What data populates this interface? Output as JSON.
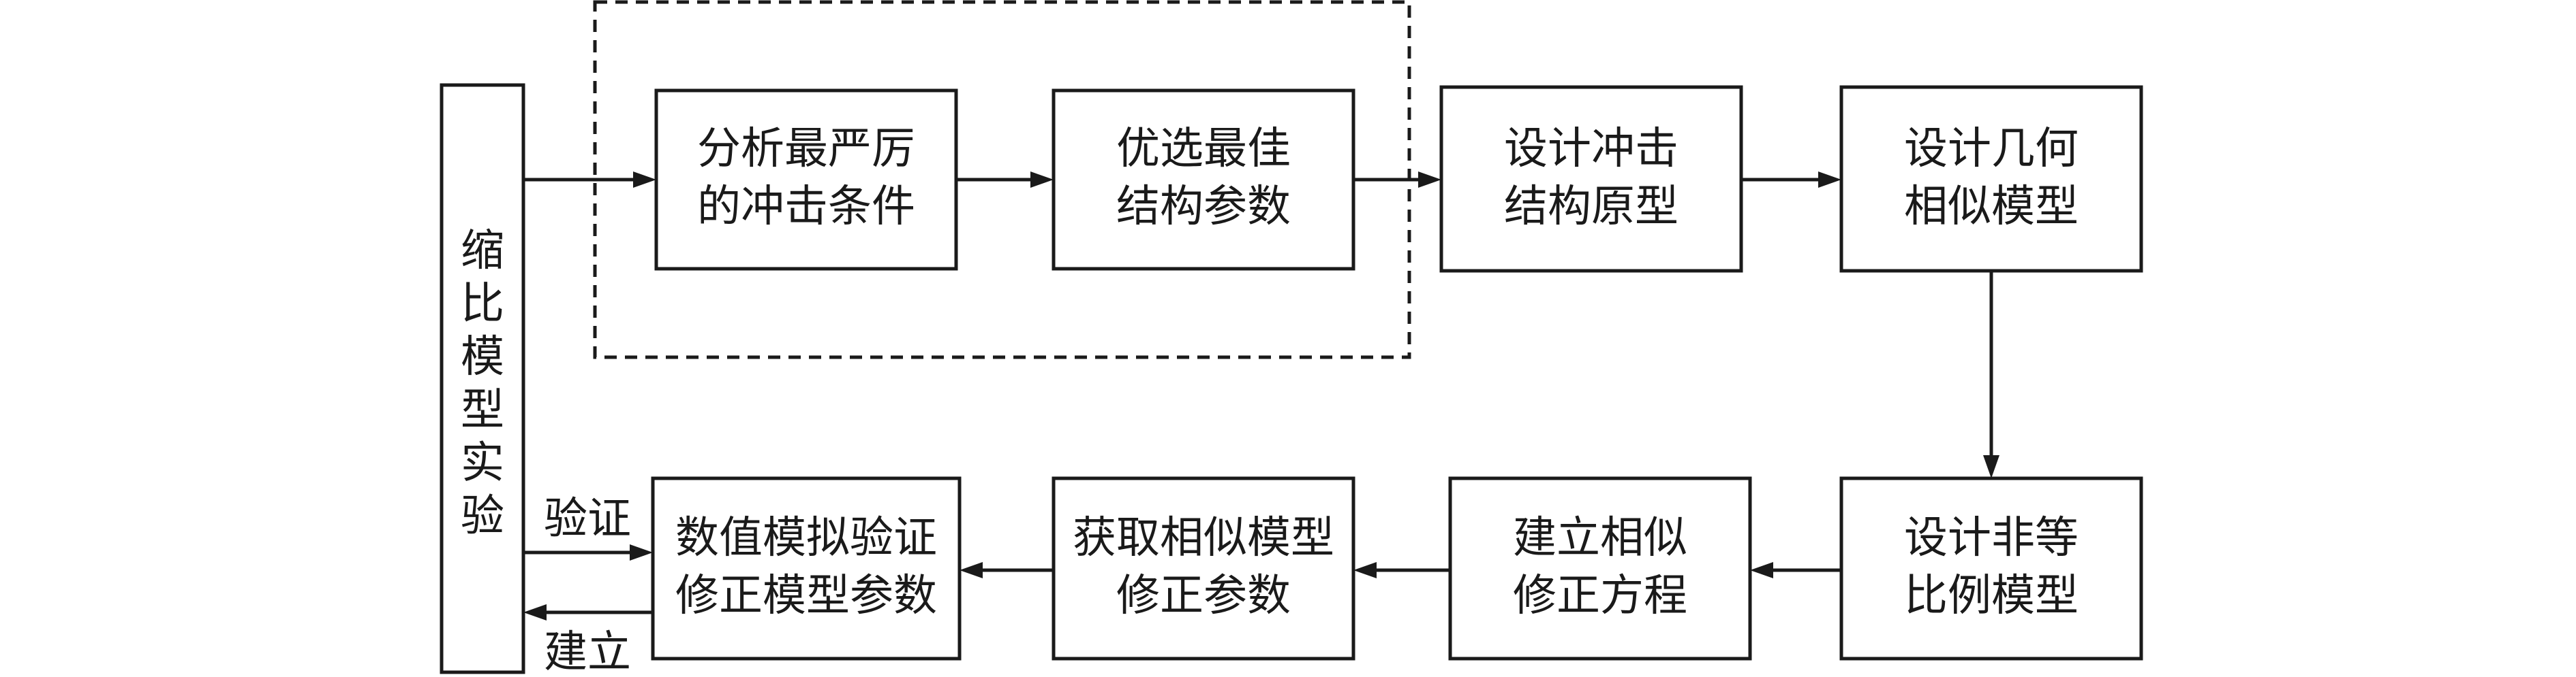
{
  "diagram": {
    "side_box": {
      "text": "缩比模型实验"
    },
    "boxes": {
      "analyze": {
        "line1": "分析最严厉",
        "line2": "的冲击条件"
      },
      "optimize": {
        "line1": "优选最佳",
        "line2": "结构参数"
      },
      "design_impact": {
        "line1": "设计冲击",
        "line2": "结构原型"
      },
      "design_geometric": {
        "line1": "设计几何",
        "line2": "相似模型"
      },
      "design_nonequal": {
        "line1": "设计非等",
        "line2": "比例模型"
      },
      "establish_equation": {
        "line1": "建立相似",
        "line2": "修正方程"
      },
      "obtain_params": {
        "line1": "获取相似模型",
        "line2": "修正参数"
      },
      "numerical": {
        "line1": "数值模拟验证",
        "line2": "修正模型参数"
      }
    },
    "edge_labels": {
      "verify": "验证",
      "establish": "建立"
    }
  }
}
